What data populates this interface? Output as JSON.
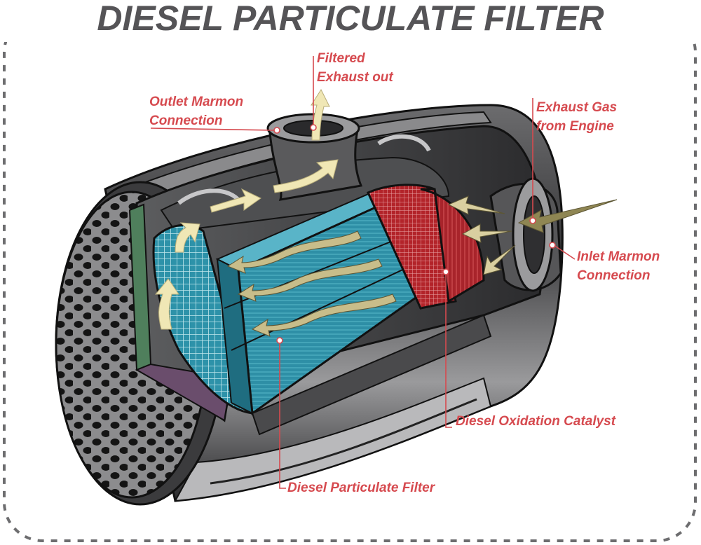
{
  "title": "DIESEL PARTICULATE FILTER",
  "labels": {
    "filtered_exhaust": [
      "Filtered",
      "Exhaust out"
    ],
    "outlet_marmon": [
      "Outlet Marmon",
      "Connection"
    ],
    "exhaust_gas": [
      "Exhaust Gas",
      "from Engine"
    ],
    "inlet_marmon": [
      "Inlet Marmon",
      "Connection"
    ],
    "oxidation_catalyst": "Diesel Oxidation Catalyst",
    "particulate_filter": "Diesel Particulate Filter"
  },
  "colors": {
    "label_red": "#d64a4f",
    "title_gray": "#555457",
    "dpf_teal": "#2e8fa6",
    "catalyst_red": "#b3242a",
    "shell_dark": "#3b3b3d",
    "flow_cream": "#f0e7b5",
    "flow_olive": "#8f8653"
  }
}
